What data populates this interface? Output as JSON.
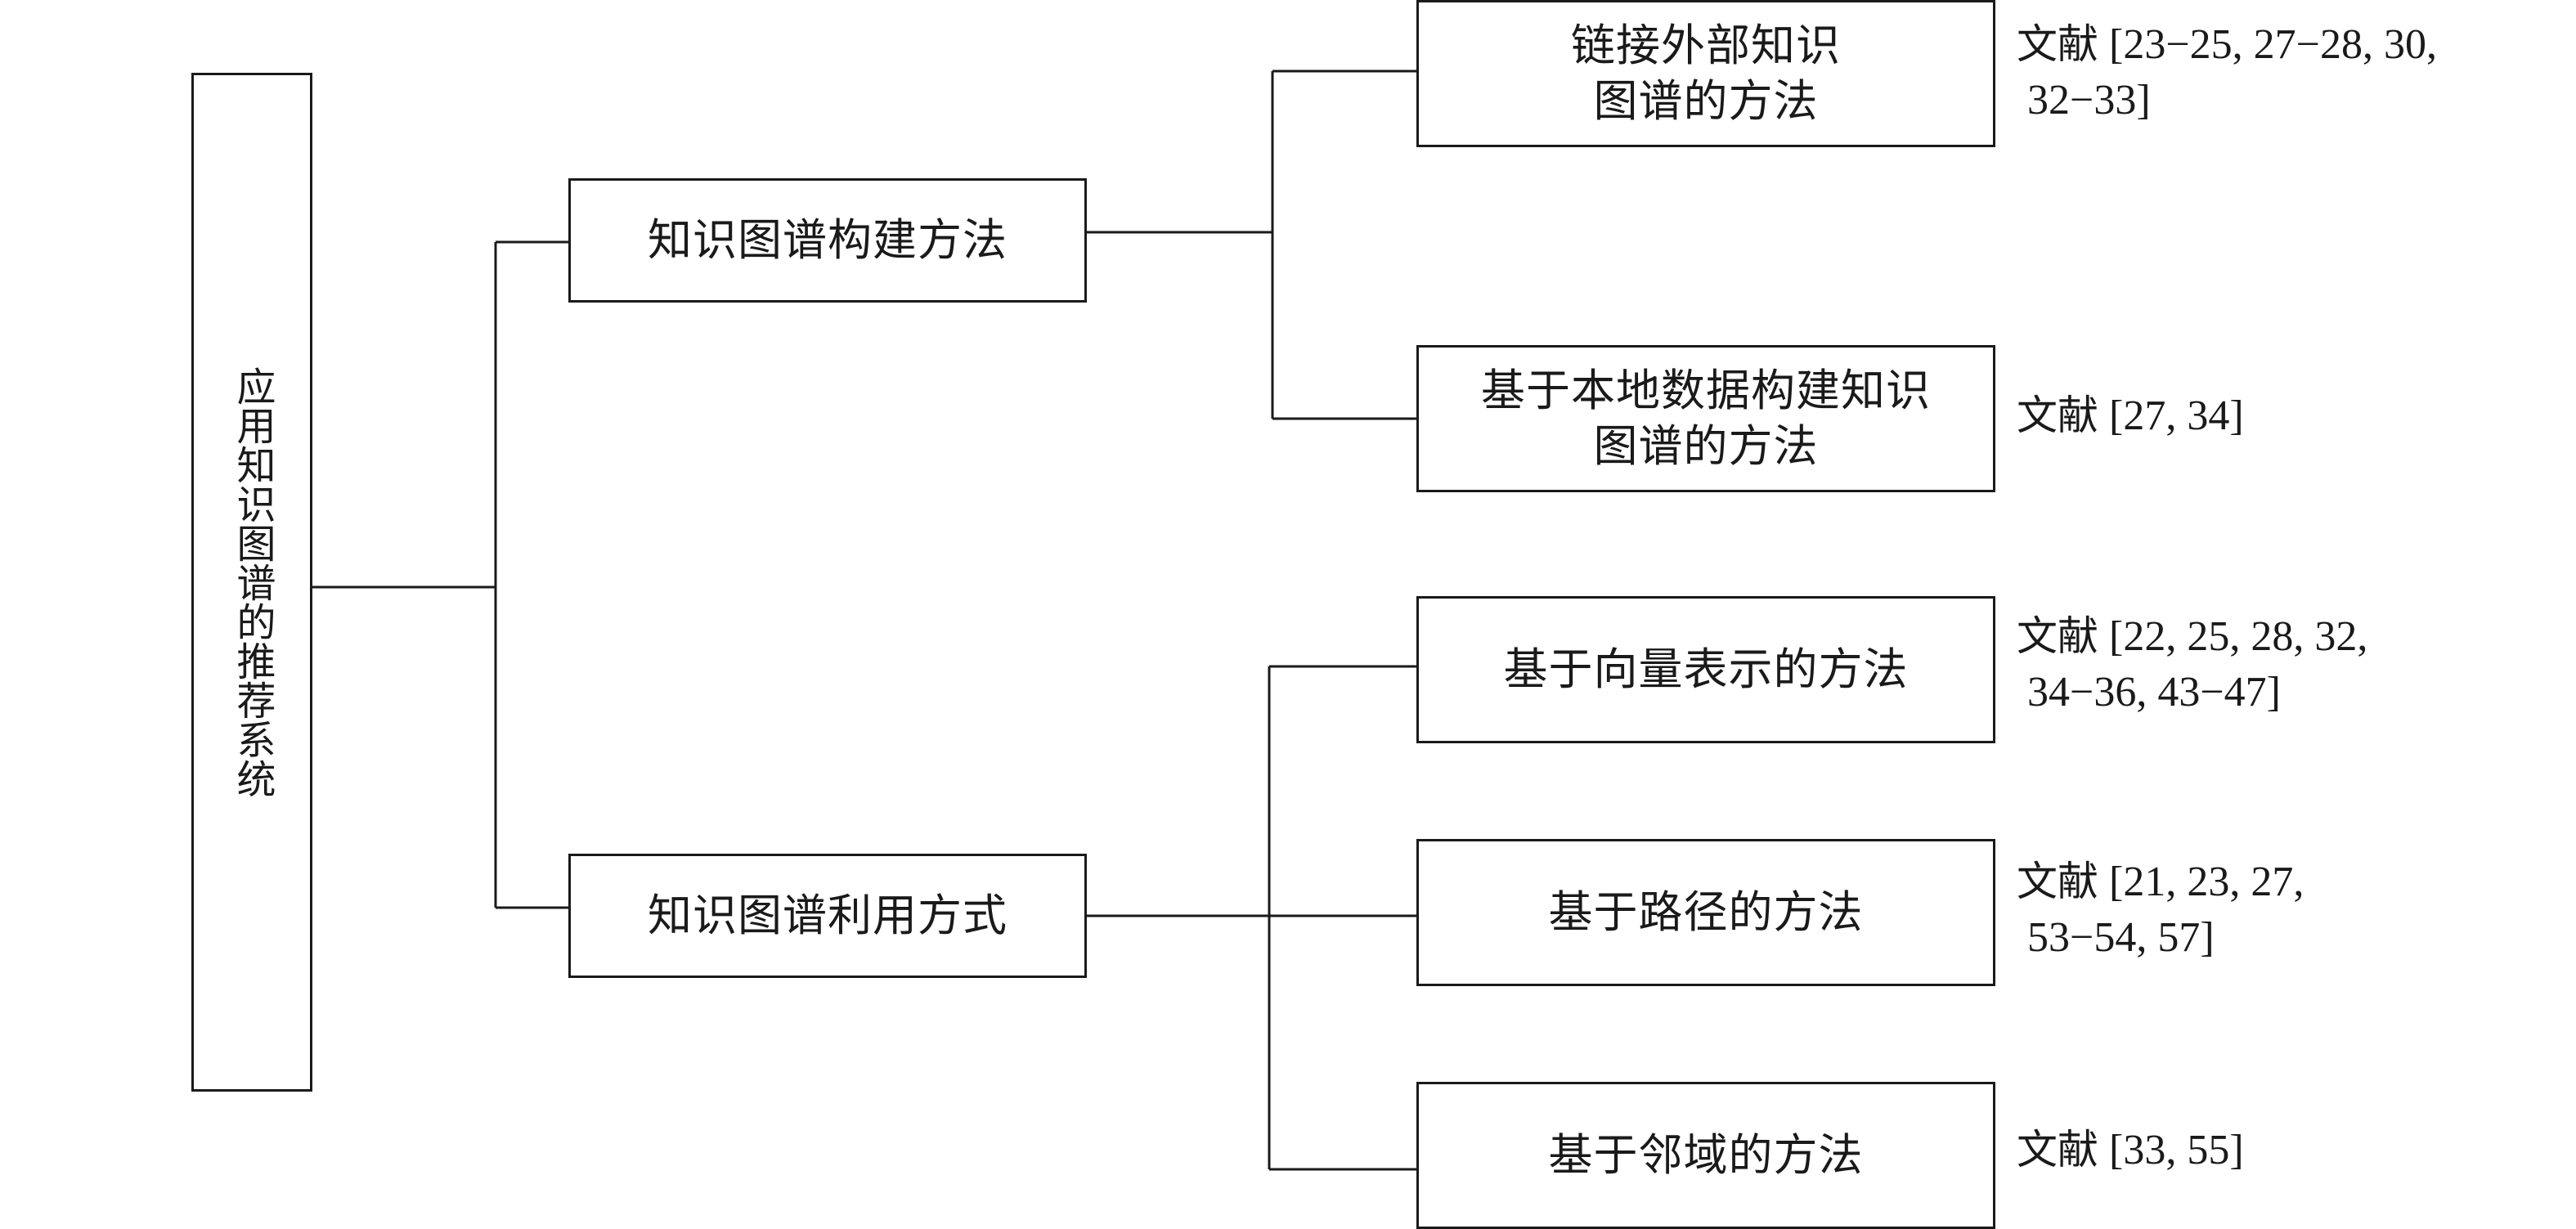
{
  "root": {
    "label": "应用知识图谱的推荐系统"
  },
  "branches": [
    {
      "label": "知识图谱构建方法",
      "children": [
        {
          "label": "链接外部知识\n图谱的方法",
          "ref_label": "文献",
          "refs": "[23−25, 27−28, 30,\n 32−33]"
        },
        {
          "label": "基于本地数据构建知识\n图谱的方法",
          "ref_label": "文献",
          "refs": "[27, 34]"
        }
      ]
    },
    {
      "label": "知识图谱利用方式",
      "children": [
        {
          "label": "基于向量表示的方法",
          "ref_label": "文献",
          "refs": "[22, 25, 28, 32,\n 34−36, 43−47]"
        },
        {
          "label": "基于路径的方法",
          "ref_label": "文献",
          "refs": "[21, 23, 27,\n 53−54, 57]"
        },
        {
          "label": "基于邻域的方法",
          "ref_label": "文献",
          "refs": "[33, 55]"
        }
      ]
    }
  ]
}
